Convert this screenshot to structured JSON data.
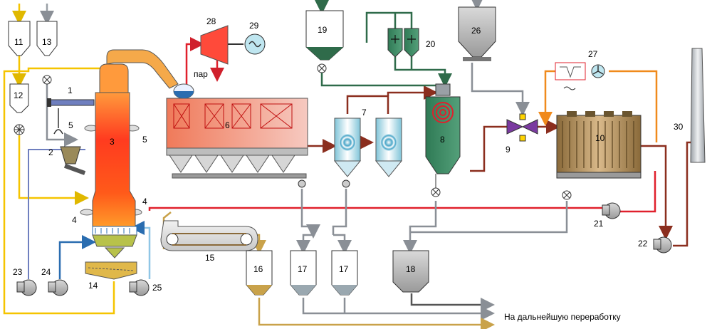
{
  "numbers": {
    "n1": "1",
    "n2": "2",
    "n3": "3",
    "n4a": "4",
    "n4b": "4",
    "n5a": "5",
    "n5b": "5",
    "n6": "6",
    "n7": "7",
    "n8": "8",
    "n9": "9",
    "n10": "10",
    "n11": "11",
    "n12": "12",
    "n13": "13",
    "n14": "14",
    "n15": "15",
    "n16": "16",
    "n17a": "17",
    "n17b": "17",
    "n18": "18",
    "n19": "19",
    "n20": "20",
    "n21": "21",
    "n22": "22",
    "n23": "23",
    "n24": "24",
    "n25": "25",
    "n26": "26",
    "n27": "27",
    "n28": "28",
    "n29": "29",
    "n30": "30"
  },
  "labels": {
    "steam": "пар",
    "further_processing": "На дальнейшую переработку"
  },
  "colors": {
    "flue_gas": "#8b2e1e",
    "air_red": "#e0202c",
    "feed_yellow": "#f5c400",
    "ash_tan": "#c9a24a",
    "water_green": "#2f6b4a",
    "cooling_orange": "#f08a1c",
    "gray_line": "#8a8f96",
    "blue_line": "#2a6db0"
  }
}
